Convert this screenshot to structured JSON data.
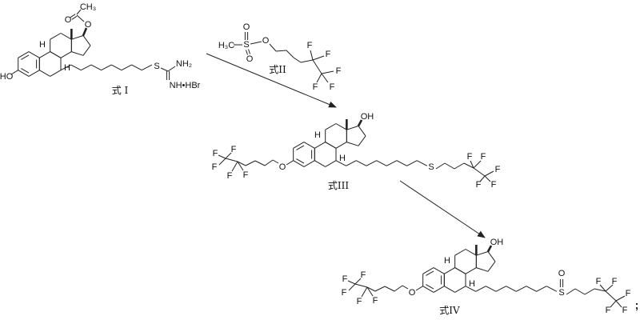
{
  "compound_I": {
    "label": "式 I",
    "acetyl_ch3": "CH₃",
    "acetyl_carbonyl_o": "O",
    "ester_o": "O",
    "hydroxyl": "HO",
    "h_labels": [
      "H",
      "H"
    ],
    "sulfur": "S",
    "amine": "NH₂",
    "imine_salt": "NH•HBr"
  },
  "reagent_II": {
    "label": "式II",
    "methyl": "H₃C",
    "sulfur": "S",
    "sulfonyl_o_top": "O",
    "sulfonyl_o_bottom": "O",
    "ester_o": "O",
    "fluorines": [
      "F",
      "F",
      "F",
      "F",
      "F"
    ]
  },
  "compound_III": {
    "label": "式III",
    "hydroxyl": "OH",
    "ether_o": "O",
    "h_labels": [
      "H",
      "H"
    ],
    "sulfur": "S",
    "left_fluorines": [
      "F",
      "F",
      "F",
      "F",
      "F"
    ],
    "right_fluorines": [
      "F",
      "F",
      "F",
      "F",
      "F"
    ]
  },
  "compound_IV": {
    "label": "式IV",
    "hydroxyl": "OH",
    "ether_o": "O",
    "h_labels": [
      "H",
      "H"
    ],
    "sulfur": "S",
    "sulfoxide_o": "O",
    "left_fluorines": [
      "F",
      "F",
      "F",
      "F",
      "F"
    ],
    "right_fluorines": [
      "F",
      "F",
      "F",
      "F",
      "F"
    ],
    "terminator": ";"
  }
}
